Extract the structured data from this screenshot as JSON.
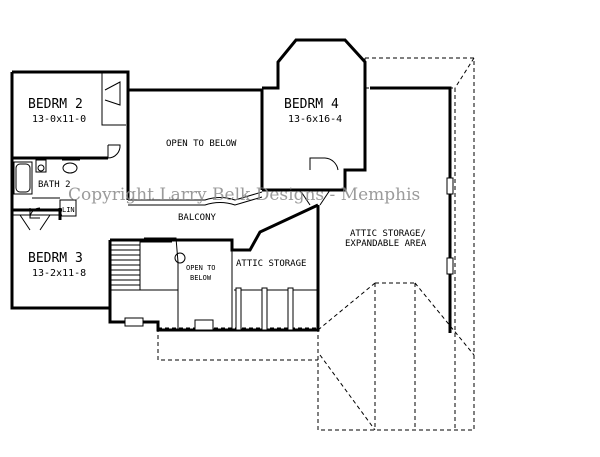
{
  "plan": {
    "watermark": "Copyright Larry Belk Designs - Memphis",
    "rooms": {
      "bedroom2": {
        "name": "BEDRM 2",
        "size": "13-0x11-0"
      },
      "bedroom3": {
        "name": "BEDRM 3",
        "size": "13-2x11-8"
      },
      "bedroom4": {
        "name": "BEDRM 4",
        "size": "13-6x16-4"
      },
      "bath2": {
        "name": "BATH 2"
      },
      "linen": {
        "name": "LIN"
      },
      "open_to_below_main": {
        "name": "OPEN TO BELOW"
      },
      "open_to_below_stair": {
        "line1": "OPEN TO",
        "line2": "BELOW"
      },
      "balcony": {
        "name": "BALCONY"
      },
      "attic_storage": {
        "name": "ATTIC STORAGE"
      },
      "attic_expandable": {
        "line1": "ATTIC STORAGE/",
        "line2": "EXPANDABLE AREA"
      }
    }
  }
}
